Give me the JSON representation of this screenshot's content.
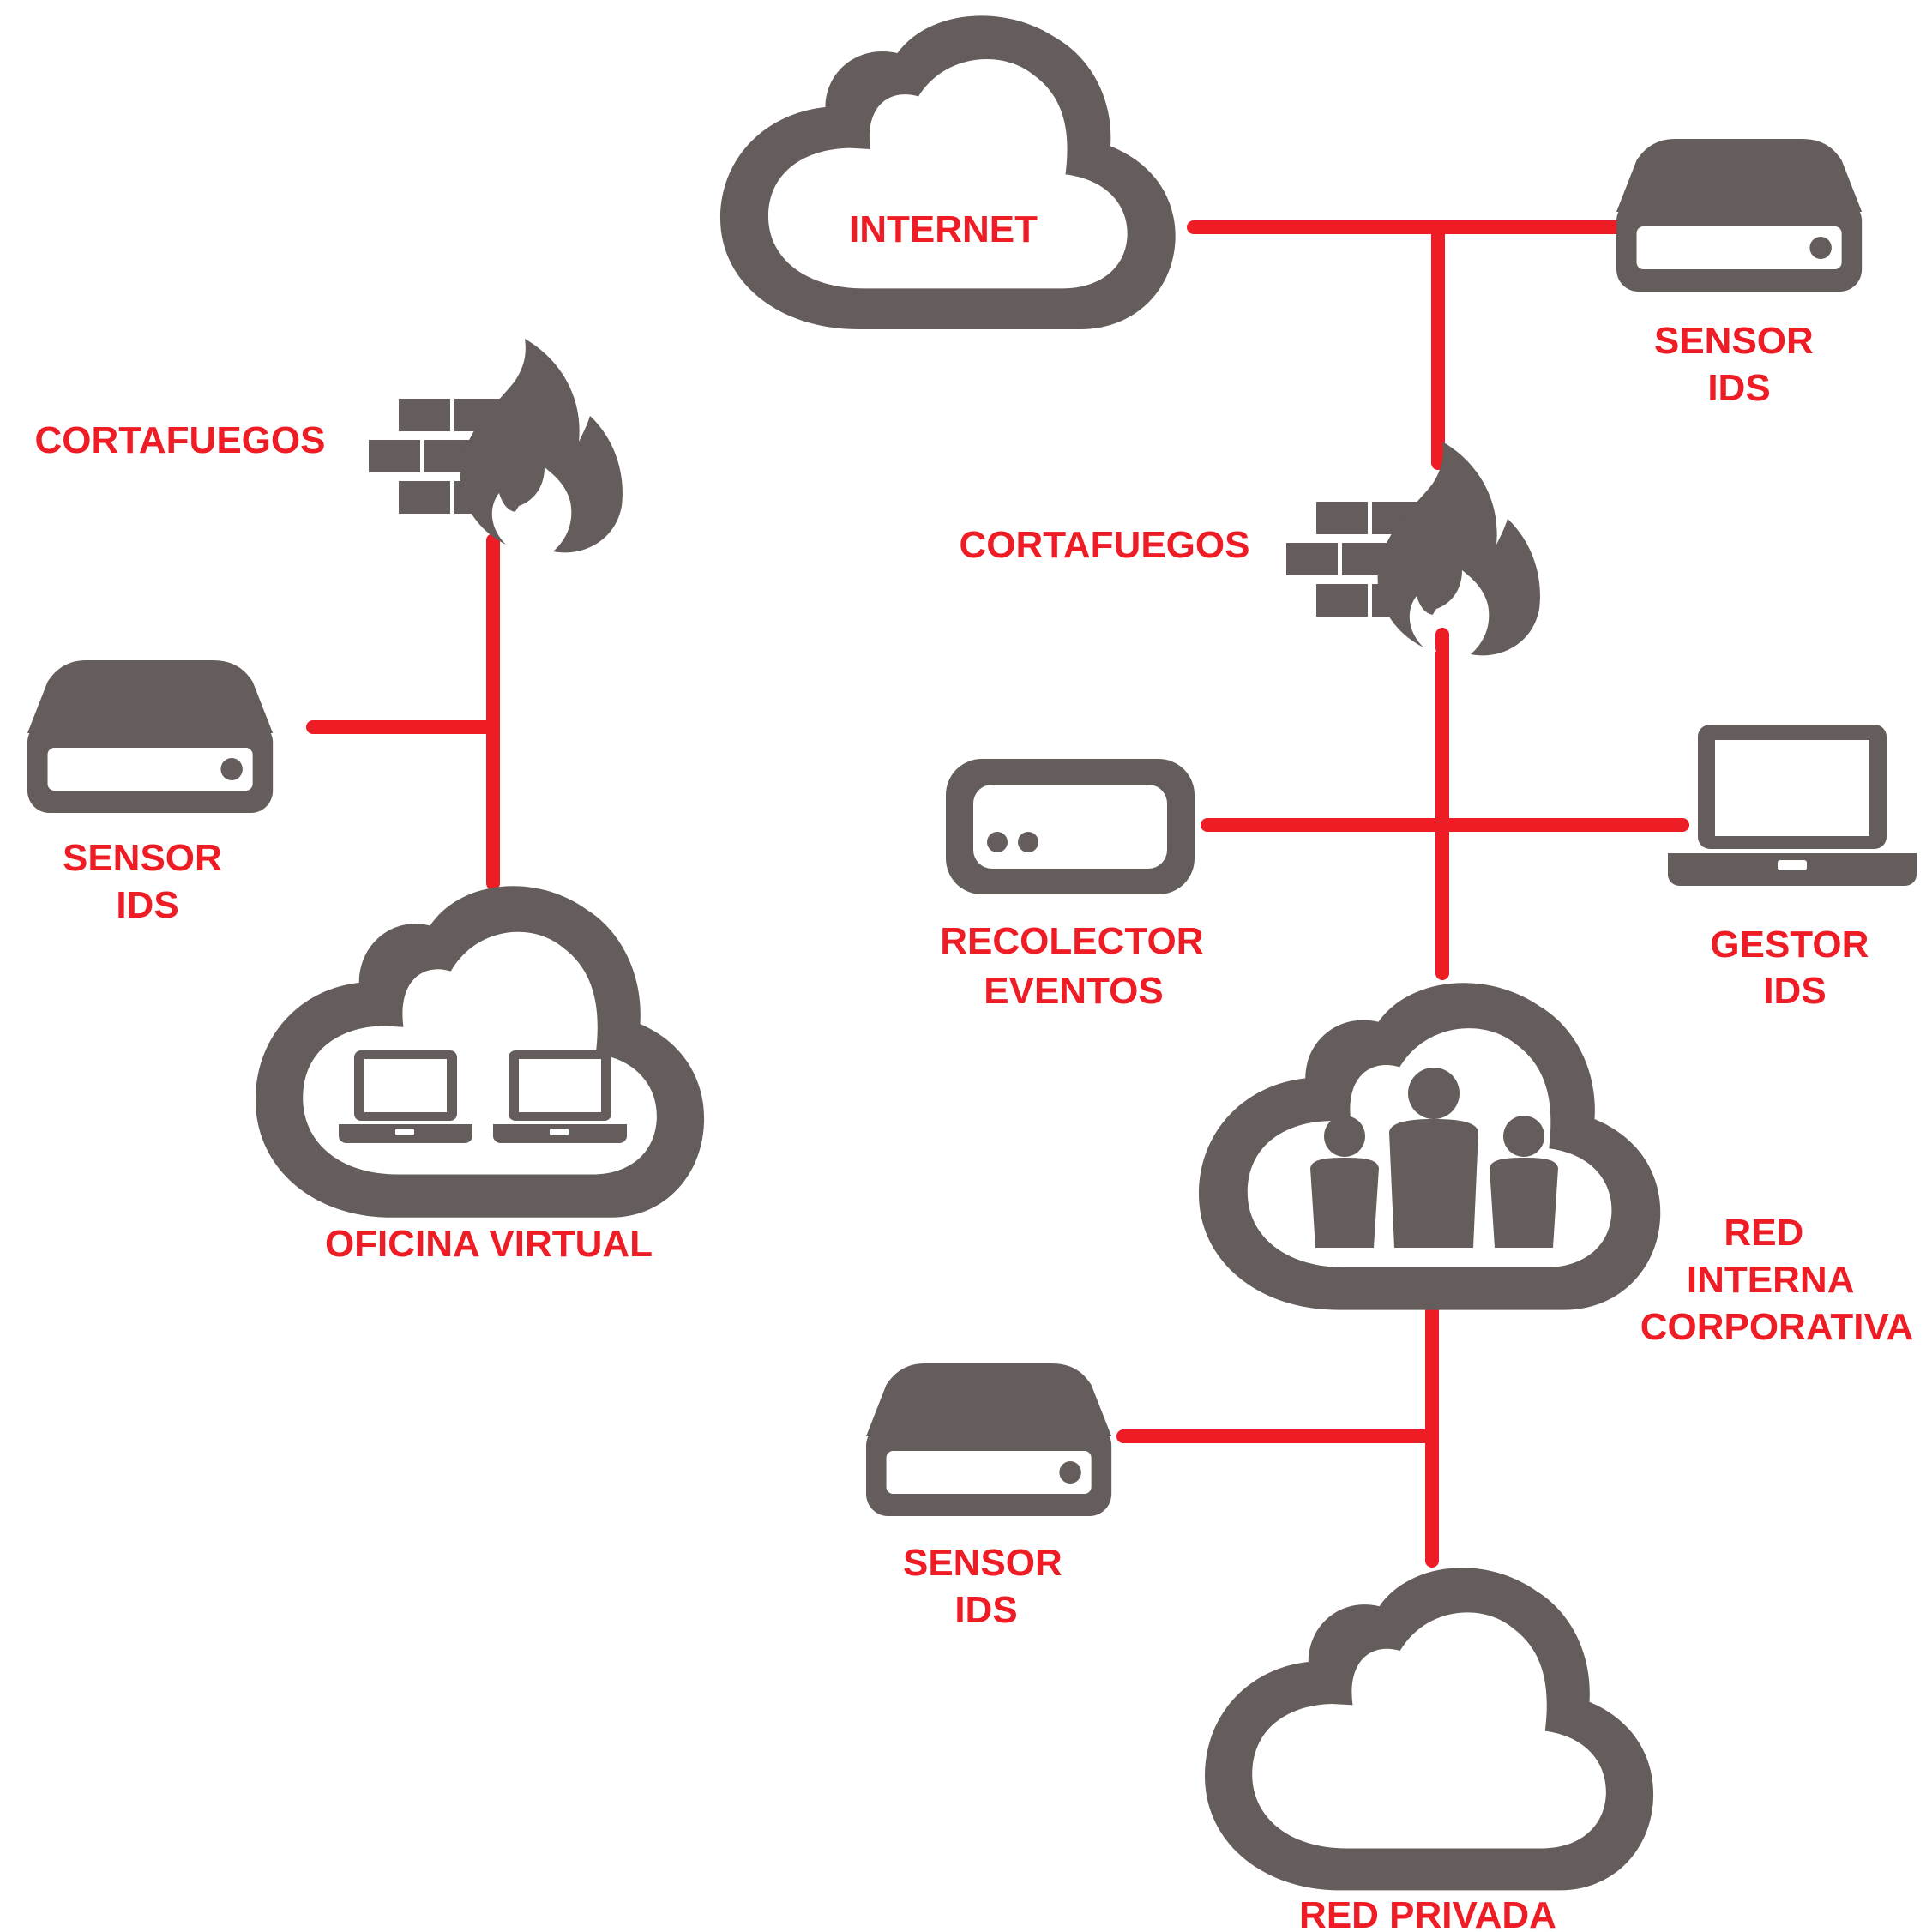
{
  "colors": {
    "icon": "#645d5b",
    "link": "#ee1c25",
    "label": "#ee1c25",
    "background": "#ffffff"
  },
  "icons": {
    "cloud": "cloud-icon",
    "firewall": "firewall-icon",
    "sensor": "server-drive-icon",
    "collector": "router-box-icon",
    "manager": "laptop-icon",
    "people": "people-group-icon"
  },
  "labels": {
    "internet": "INTERNET",
    "sensor_top_right": [
      "SENSOR",
      "IDS"
    ],
    "firewall_left": "CORTAFUEGOS",
    "firewall_center": "CORTAFUEGOS",
    "sensor_left": [
      "SENSOR",
      "IDS"
    ],
    "recolector": [
      "RECOLECTOR",
      "EVENTOS"
    ],
    "gestor": [
      "GESTOR",
      "IDS"
    ],
    "oficina": "OFICINA VIRTUAL",
    "red_interna": [
      "RED",
      "INTERNA",
      "CORPORATIVA"
    ],
    "sensor_bottom": [
      "SENSOR",
      "IDS"
    ],
    "red_privada": "RED PRIVADA"
  }
}
